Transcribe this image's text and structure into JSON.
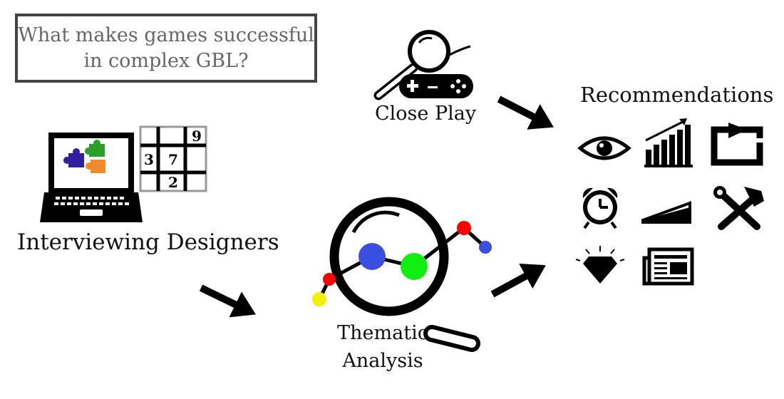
{
  "question": {
    "line1": "What makes games successful",
    "line2": "in complex GBL?"
  },
  "sources": {
    "interviewing": "Interviewing Designers",
    "close_play": "Close Play"
  },
  "analysis": {
    "line1": "Thematic",
    "line2": "Analysis"
  },
  "recommendations": {
    "title": "Recommendations",
    "icons": [
      "eye-icon",
      "bar-chart-icon",
      "repeat-icon",
      "alarm-clock-icon",
      "ramp-icon",
      "tools-icon",
      "diamond-icon",
      "newspaper-icon"
    ]
  },
  "sudoku": [
    "9",
    "3",
    "7",
    "2"
  ],
  "colors": {
    "box_border": "#444444",
    "question_text": "#666666",
    "red": "#ff0000",
    "blue": "#3a4fe0",
    "green": "#11ee11",
    "yellow": "#f2f200",
    "puzzle_blue": "#3020a0",
    "puzzle_green": "#2aa02a",
    "puzzle_orange": "#f08a2a"
  }
}
